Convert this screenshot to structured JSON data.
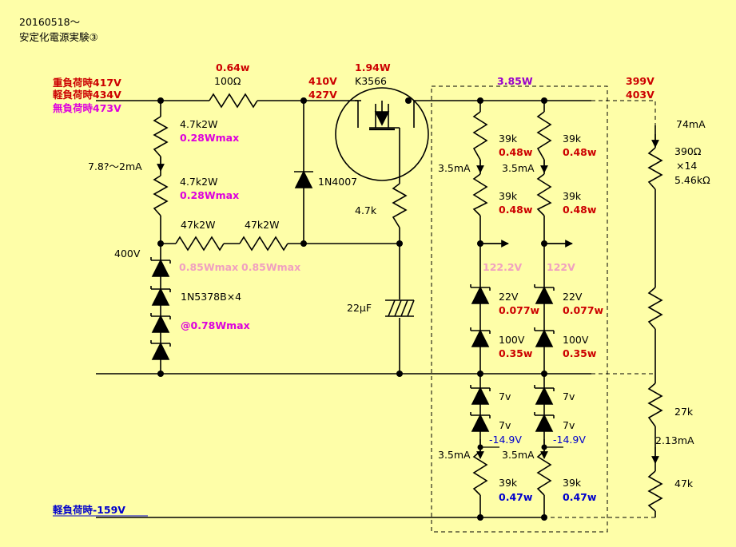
{
  "title": {
    "line1": "20160518～",
    "line2": "安定化電源実験③"
  },
  "colors": {
    "background": "#fefea8",
    "red": "#cc0000",
    "magenta": "#dd00dd",
    "blue": "#0000cc",
    "pink": "#f0a0c0",
    "purple": "#9900cc",
    "wire": "#000000"
  },
  "input": {
    "heavy": "重負荷時417V",
    "light": "軽負荷時434V",
    "none": "無負荷時473V",
    "neg": "軽負荷時-159V"
  },
  "r100": {
    "value": "100Ω",
    "power": "0.64w"
  },
  "r47k_top": {
    "value": "4.7k2W",
    "power": "0.28Wmax"
  },
  "current_range": "7.8?～2mA",
  "r47k_mid": {
    "value": "4.7k2W",
    "power": "0.28Wmax"
  },
  "r47k2w_a": {
    "value": "47k2W",
    "power": "0.85Wmax"
  },
  "r47k2w_b": {
    "value": "47k2W",
    "power": "0.85Wmax"
  },
  "zener_stack": {
    "voltage": "400V",
    "part": "1N5378B×4",
    "power": "@0.78Wmax"
  },
  "diode_1n4007": "1N4007",
  "mosfet": {
    "power": "1.94W",
    "part": "K3566",
    "v_heavy": "410V",
    "v_light": "427V"
  },
  "r_gate": "4.7k",
  "cap": "22μF",
  "box_power": "3.85W",
  "out": {
    "v1": "399V",
    "v2": "403V"
  },
  "ch1": {
    "r_top": "39k",
    "r_top_p": "0.48w",
    "current_top": "3.5mA",
    "r_mid": "39k",
    "r_mid_p": "0.48w",
    "tap_v": "122.2V",
    "z1": "22V",
    "z1_p": "0.077w",
    "z2": "100V",
    "z2_p": "0.35w",
    "z3": "7v",
    "z4": "7v",
    "neg_v": "-14.9V",
    "current_bot": "3.5mA",
    "r_bot": "39k",
    "r_bot_p": "0.47w"
  },
  "ch2": {
    "r_top": "39k",
    "r_top_p": "0.48w",
    "current_top": "3.5mA",
    "r_mid": "39k",
    "r_mid_p": "0.48w",
    "tap_v": "122V",
    "z1": "22V",
    "z1_p": "0.077w",
    "z2": "100V",
    "z2_p": "0.35w",
    "z3": "7v",
    "z4": "7v",
    "neg_v": "-14.9V",
    "current_bot": "3.5mA",
    "r_bot": "39k",
    "r_bot_p": "0.47w"
  },
  "load": {
    "current": "74mA",
    "r": "390Ω",
    "count": "×14",
    "total": "5.46kΩ",
    "r_27k": "27k",
    "bleeder_current": "2.13mA",
    "r_47k": "47k"
  }
}
